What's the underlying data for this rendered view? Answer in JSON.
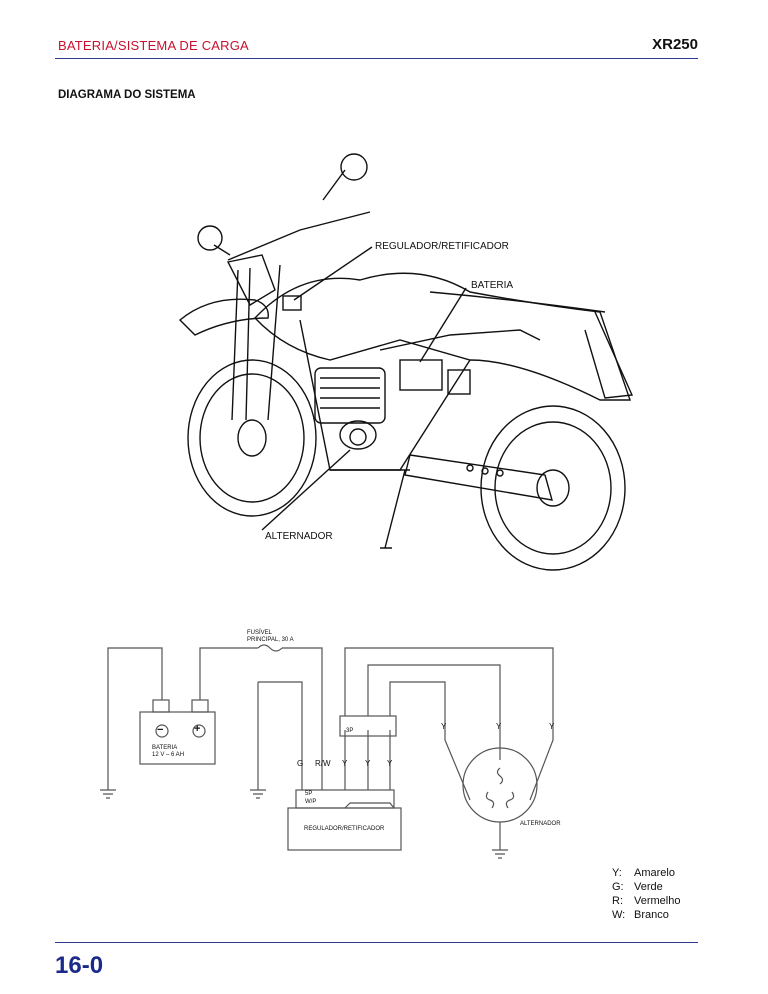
{
  "header": {
    "section_title": "BATERIA/SISTEMA DE CARGA",
    "model": "XR250"
  },
  "page_heading": "DIAGRAMA DO SISTEMA",
  "illustration_labels": {
    "regulator": "REGULADOR/RETIFICADOR",
    "battery": "BATERIA",
    "alternator": "ALTERNADOR"
  },
  "wiring": {
    "fuse_line1": "FUSÍVEL",
    "fuse_line2": "PRINCIPAL, 30 A",
    "battery_line1": "BATERIA",
    "battery_line2": "12 V – 6 AH",
    "connector_3p": "3P",
    "connector_5p": "5P",
    "connector_wp": "W/P",
    "regulator_box": "REGULADOR/RETIFICADOR",
    "alternator": "ALTERNADOR",
    "wire_g": "G",
    "wire_rw": "R/W",
    "wire_y1": "Y",
    "wire_y2": "Y",
    "wire_y3": "Y",
    "wire_ya": "Y",
    "wire_yb": "Y",
    "wire_yc": "Y",
    "minus": "−",
    "plus": "+"
  },
  "legend": [
    {
      "code": "Y:",
      "name": "Amarelo"
    },
    {
      "code": "G:",
      "name": "Verde"
    },
    {
      "code": "R:",
      "name": "Vermelho"
    },
    {
      "code": "W:",
      "name": "Branco"
    }
  ],
  "page_number": "16-0"
}
